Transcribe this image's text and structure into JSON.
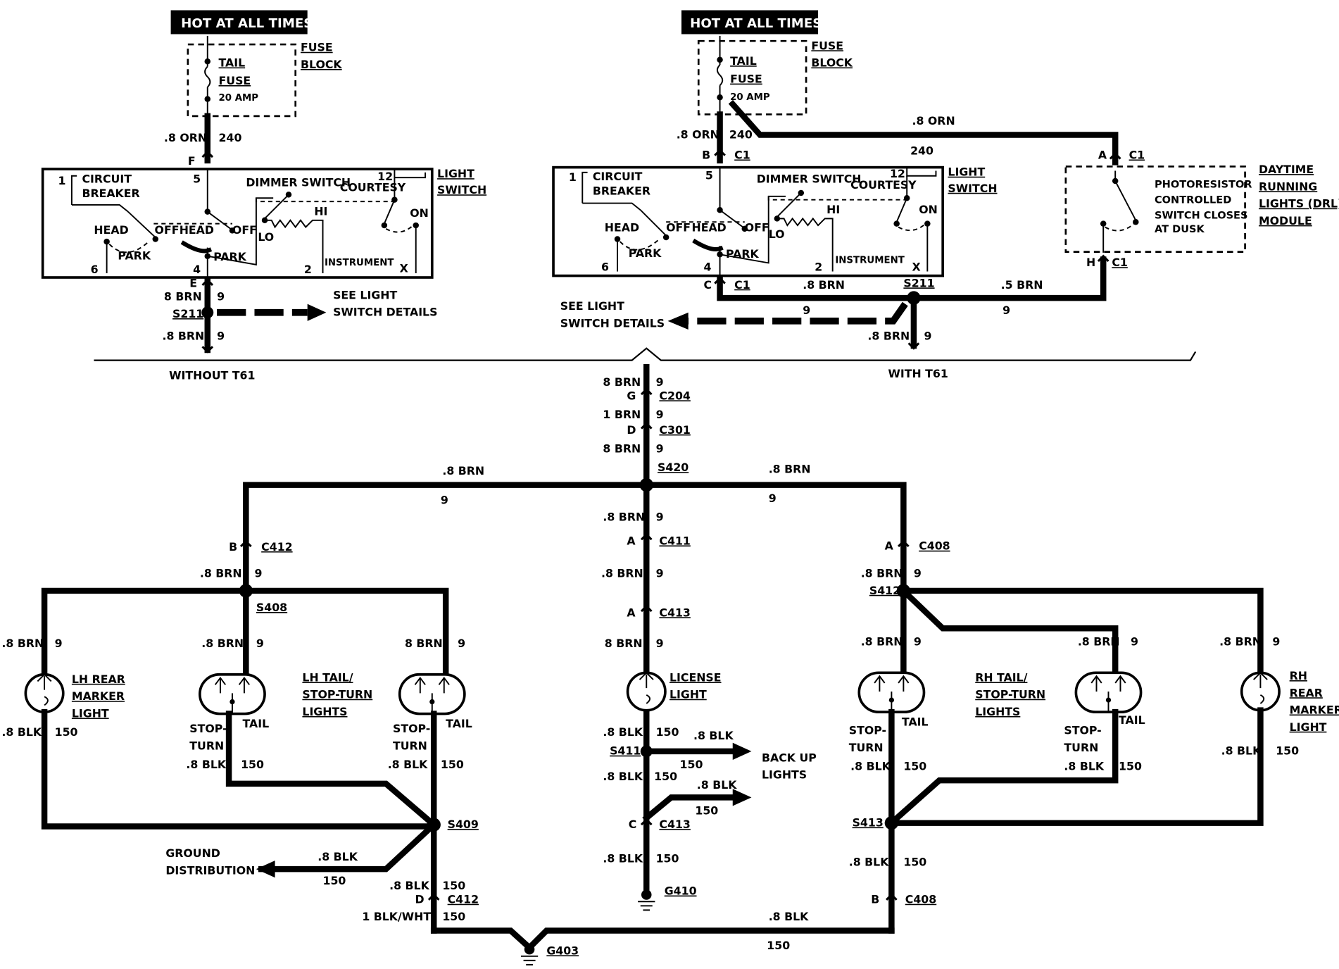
{
  "banner_text": "HOT AT ALL TIMES",
  "fuse_block_lines": [
    "FUSE",
    "BLOCK"
  ],
  "tail_fuse_lines": [
    "TAIL",
    "FUSE",
    "20 AMP"
  ],
  "light_switch_lines": [
    "LIGHT",
    "SWITCH"
  ],
  "switch_labels": {
    "circuit_breaker": [
      "CIRCUIT",
      "BREAKER"
    ],
    "dimmer_switch": "DIMMER SWITCH",
    "courtesy": "COURTESY",
    "head": "HEAD",
    "off": "OFF",
    "park": "PARK",
    "hi": "HI",
    "lo": "LO",
    "on": "ON",
    "instrument": "INSTRUMENT",
    "t1": "1",
    "t5": "5",
    "t12": "12",
    "t6": "6",
    "t4": "4",
    "t2": "2",
    "tx": "X"
  },
  "see_light_details": [
    "SEE LIGHT",
    "SWITCH DETAILS"
  ],
  "without_t61": "WITHOUT T61",
  "with_t61": "WITH T61",
  "drl_module": [
    "DAYTIME",
    "RUNNING",
    "LIGHTS (DRL)",
    "MODULE"
  ],
  "photoresistor": [
    "PHOTORESISTOR",
    "CONTROLLED",
    "SWITCH CLOSES",
    "AT DUSK"
  ],
  "wire_labels": {
    "w8orn": ".8 ORN",
    "w8brn": ".8 BRN",
    "w8brn_b": "8 BRN",
    "w1brn": "1 BRN",
    "w5brn": ".5 BRN",
    "w8blk": ".8 BLK",
    "w1blkwht": "1 BLK/WHT",
    "c240": "240",
    "c9": "9",
    "c150": "150"
  },
  "connectors": {
    "f": "F",
    "e": "E",
    "b": "B",
    "c": "C",
    "a": "A",
    "h": "H",
    "g": "G",
    "d": "D",
    "c1": "C1",
    "s211": "S211",
    "c204": "C204",
    "c301": "C301",
    "s420": "S420",
    "c412": "C412",
    "s408": "S408",
    "c411": "C411",
    "c413": "C413",
    "c408": "C408",
    "s412": "S412",
    "s409": "S409",
    "s411": "S411",
    "s413": "S413",
    "g410": "G410",
    "g403": "G403"
  },
  "lamps": {
    "lh_rear_marker": [
      "LH REAR",
      "MARKER",
      "LIGHT"
    ],
    "lh_tail": [
      "LH TAIL/",
      "STOP-TURN",
      "LIGHTS"
    ],
    "license": [
      "LICENSE",
      "LIGHT"
    ],
    "rh_tail": [
      "RH TAIL/",
      "STOP-TURN",
      "LIGHTS"
    ],
    "rh_rear_marker": [
      "RH",
      "REAR",
      "MARKER",
      "LIGHT"
    ],
    "stop": "STOP-",
    "turn": "TURN",
    "tail": "TAIL"
  },
  "backup_lights": [
    "BACK UP",
    "LIGHTS"
  ],
  "ground_distribution": [
    "GROUND",
    "DISTRIBUTION"
  ]
}
